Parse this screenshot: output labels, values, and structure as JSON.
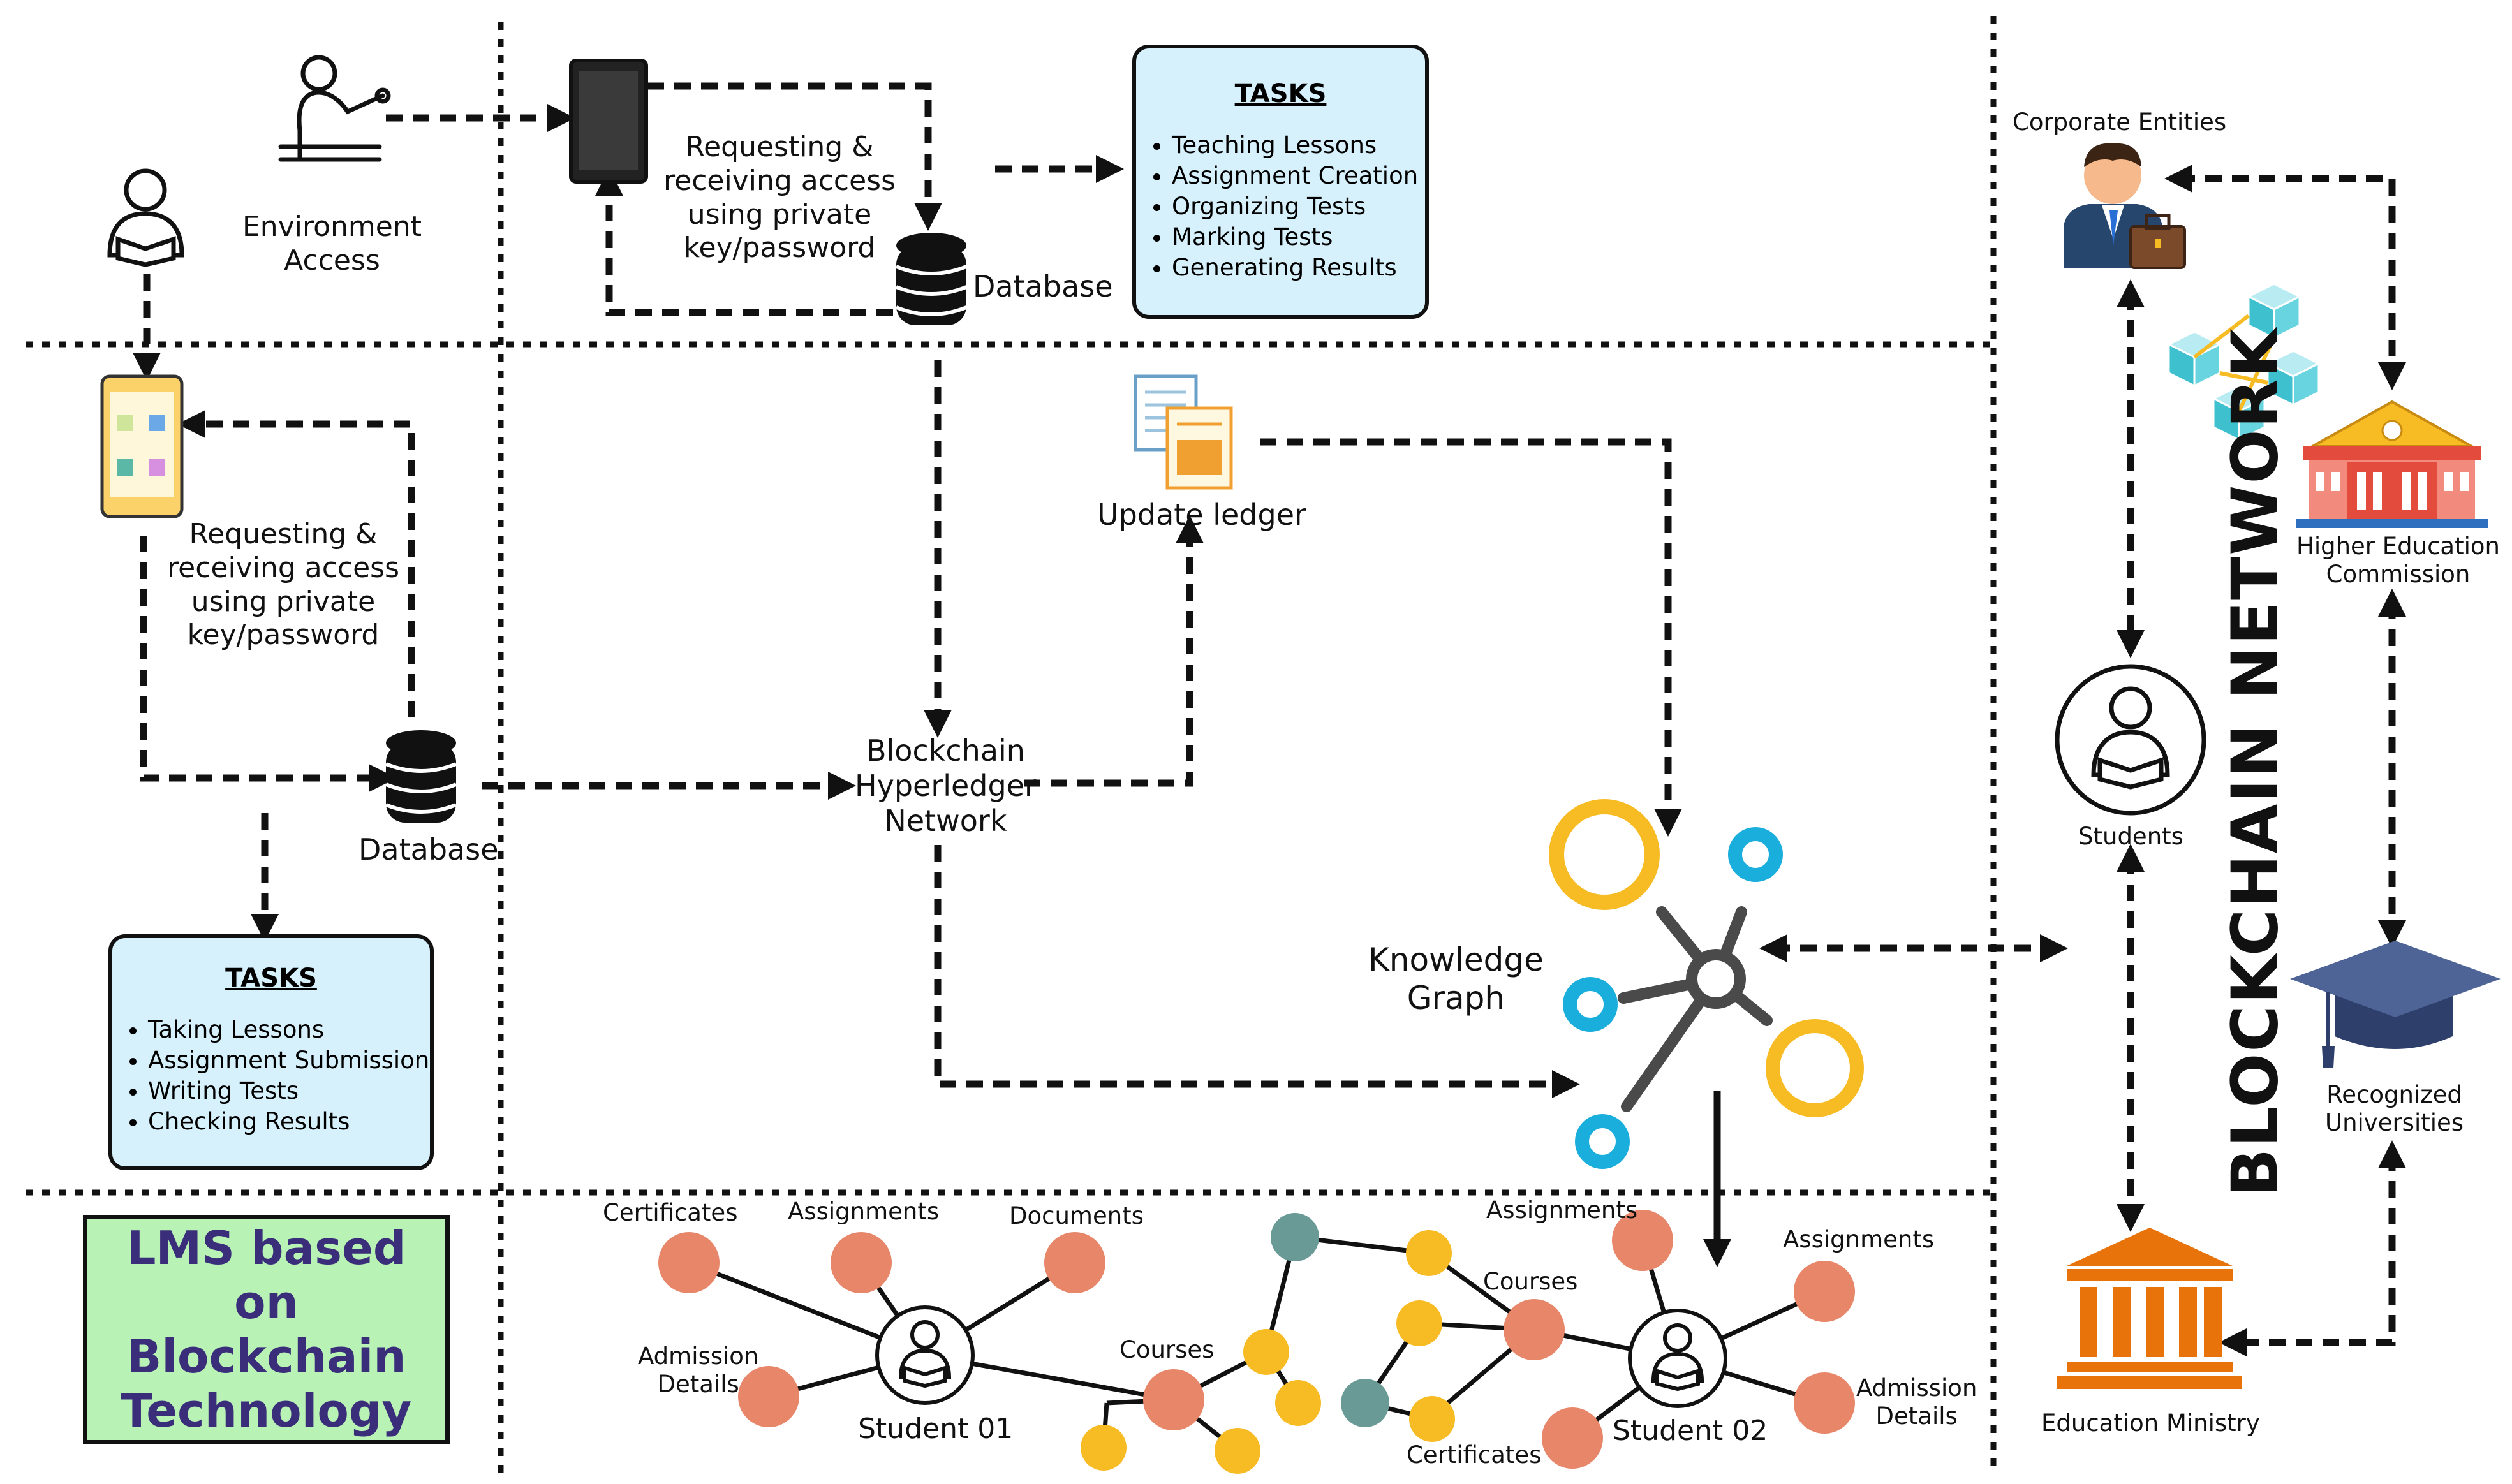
{
  "labels": {
    "environment_access": "Environment\nAccess",
    "request_top": "Requesting &\nreceiving access\nusing private\nkey/password",
    "database_top": "Database",
    "request_left": "Requesting &\nreceiving access\nusing private\nkey/password",
    "database_left": "Database",
    "blockchain_hyperledger": "Blockchain\nHyperledger\nNetwork",
    "update_ledger": "Update ledger",
    "knowledge_graph": "Knowledge\nGraph",
    "corporate_entities": "Corporate Entities",
    "higher_education": "Higher Education\nCommission",
    "students": "Students",
    "recognized_universities": "Recognized\nUniversities",
    "education_ministry": "Education Ministry",
    "blockchain_network": "BLOCKCHAIN NETWORK",
    "lms_title": "LMS based on\nBlockchain\nTechnology"
  },
  "teacher_tasks": {
    "title": "TASKS",
    "items": [
      "Teaching Lessons",
      "Assignment Creation",
      "Organizing Tests",
      "Marking Tests",
      "Generating Results"
    ]
  },
  "student_tasks": {
    "title": "TASKS",
    "items": [
      "Taking Lessons",
      "Assignment Submission",
      "Writing Tests",
      "Checking Results"
    ]
  },
  "graph": {
    "student_01": "Student 01",
    "student_02": "Student 02",
    "s1_certificates": "Certificates",
    "s1_assignments": "Assignments",
    "s1_documents": "Documents",
    "s1_admission": "Admission\nDetails",
    "courses_left": "Courses",
    "s2_assignments_top": "Assignments",
    "courses_right": "Courses",
    "s2_assignments": "Assignments",
    "s2_admission": "Admission\nDetails",
    "certificates_bottom": "Certificates"
  },
  "colors": {
    "orange_node": "#e8866a",
    "yellow_node": "#f7bb24",
    "gray_node": "#6a9a96",
    "cyan": "#1aaedc",
    "task_box": "#d6f1fb",
    "lms_box": "#b9f2b5",
    "lms_text": "#3a2e7a"
  }
}
